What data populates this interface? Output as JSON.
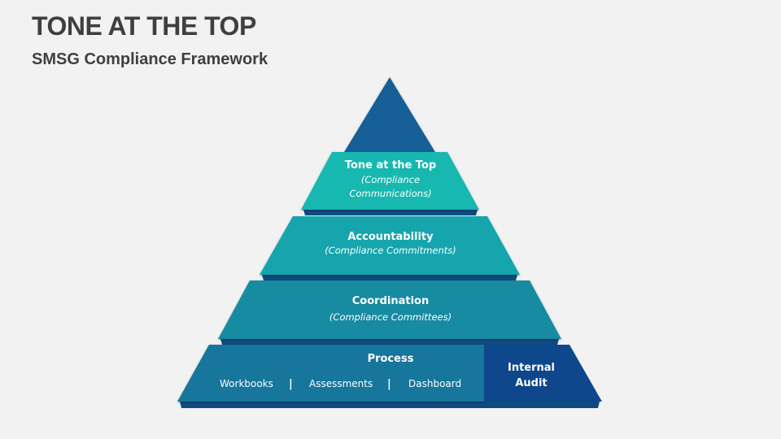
{
  "header": {
    "title": "TONE AT THE TOP",
    "subtitle": "SMSG Compliance Framework"
  },
  "colors": {
    "background": "#f2f2f2",
    "apex": "#135f97",
    "tier1": "#14b8b0",
    "tier2": "#13a5ad",
    "tier3": "#138ba2",
    "process": "#12769b",
    "internal_audit": "#0e478c",
    "shadow": "#0f4a80"
  },
  "pyramid": {
    "tiers": [
      {
        "title": "Tone at the Top",
        "subtitle_line1": "(Compliance",
        "subtitle_line2": "Communications)"
      },
      {
        "title": "Accountability",
        "subtitle": "(Compliance Commitments)"
      },
      {
        "title": "Coordination",
        "subtitle": "(Compliance Committees)"
      }
    ],
    "base": {
      "process": {
        "title": "Process",
        "items": [
          "Workbooks",
          "Assessments",
          "Dashboard"
        ],
        "separator": "|"
      },
      "internal_audit": {
        "line1": "Internal",
        "line2": "Audit"
      }
    }
  }
}
